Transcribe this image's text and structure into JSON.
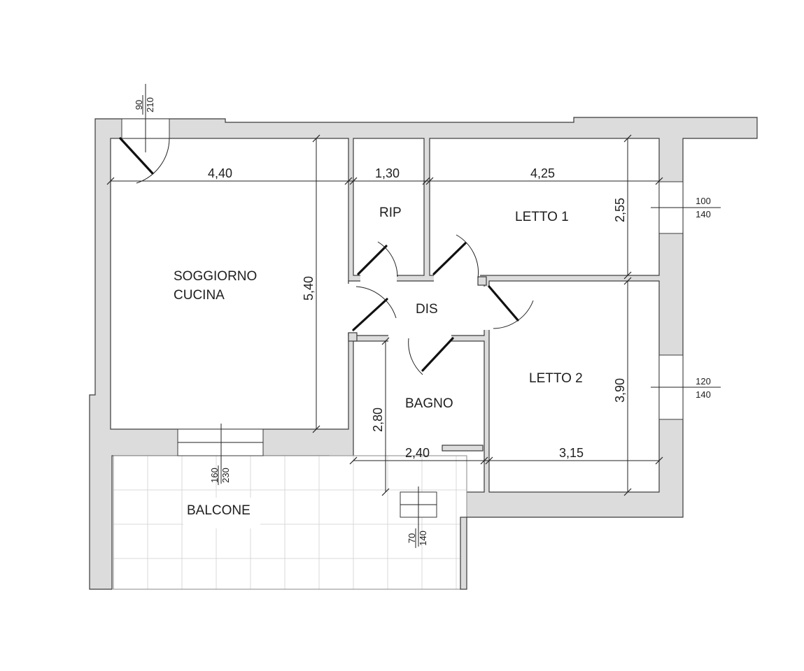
{
  "rooms": {
    "soggiorno_line1": "SOGGIORNO",
    "soggiorno_line2": "CUCINA",
    "rip": "RIP",
    "letto1": "LETTO 1",
    "dis": "DIS",
    "letto2": "LETTO 2",
    "bagno": "BAGNO",
    "balcone": "BALCONE"
  },
  "dimensions": {
    "soggiorno_width": "4,40",
    "soggiorno_depth": "5,40",
    "rip_width": "1,30",
    "letto1_width": "4,25",
    "letto1_depth": "2,55",
    "letto2_depth": "3,90",
    "letto2_width": "3,15",
    "bagno_depth": "2,80",
    "bagno_width": "2,40"
  },
  "openings": {
    "entrance_door": {
      "width": "90",
      "height": "210"
    },
    "letto1_window": {
      "width": "100",
      "height": "140"
    },
    "letto2_window": {
      "width": "120",
      "height": "140"
    },
    "balcony_door": {
      "width": "160",
      "height": "230"
    },
    "bagno_window": {
      "width": "70",
      "height": "140"
    }
  }
}
